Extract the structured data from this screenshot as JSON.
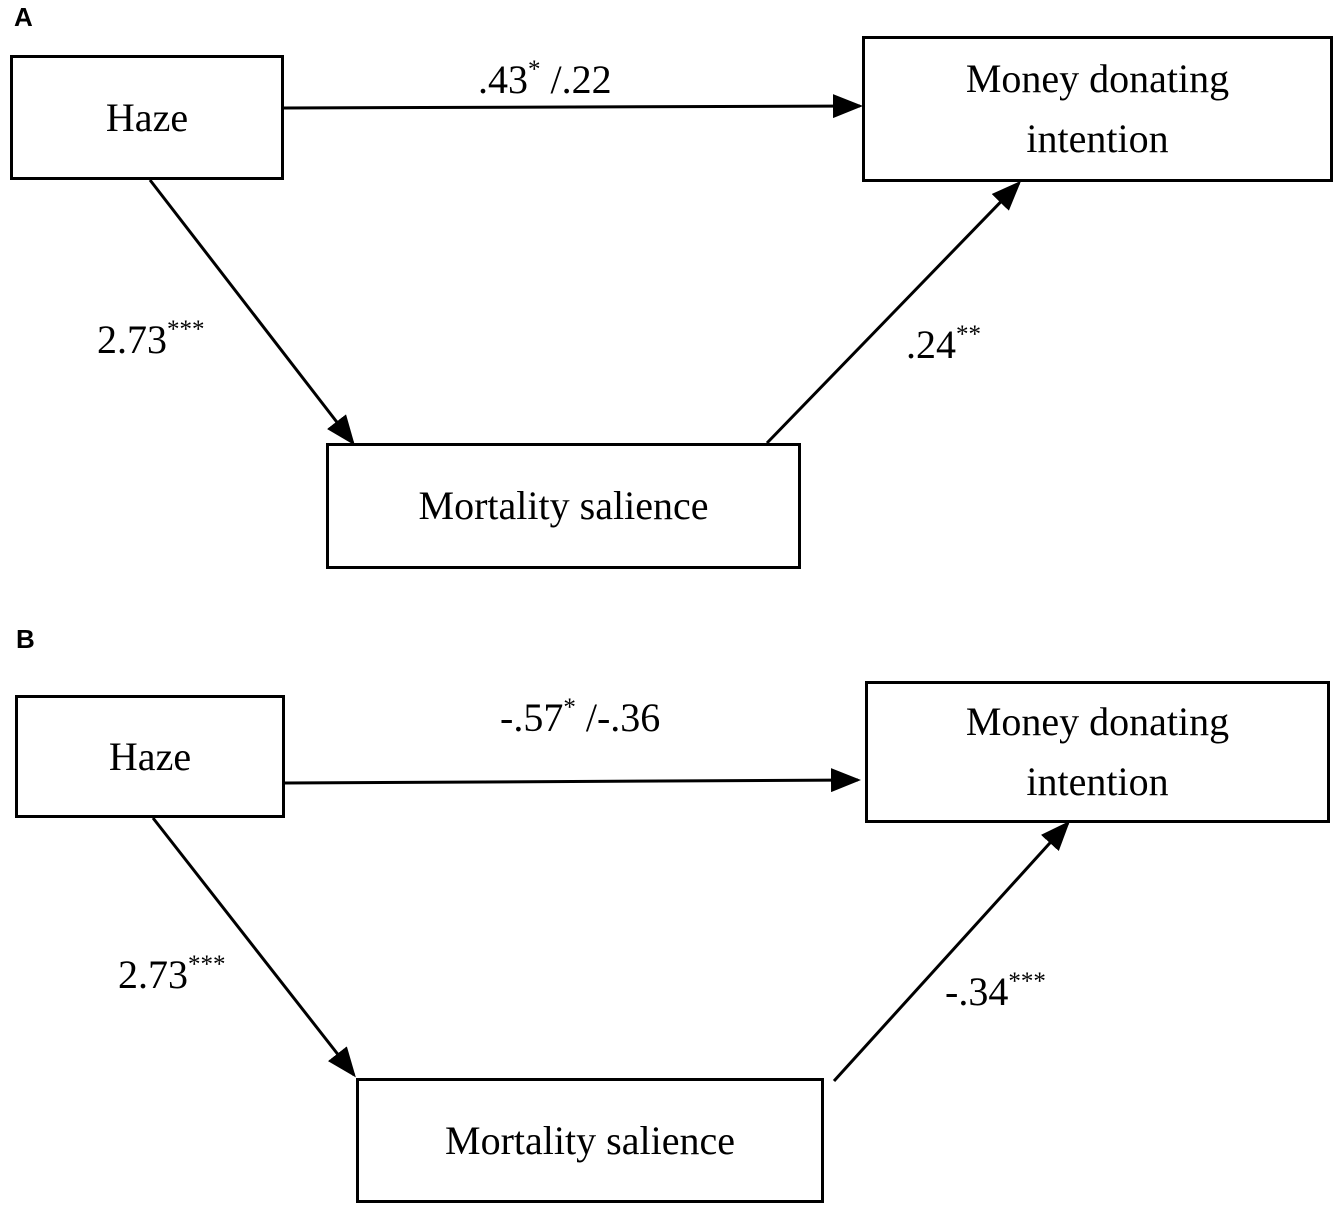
{
  "panels": [
    {
      "letter": "A",
      "nodes": {
        "haze": "Haze",
        "outcome": "Money donating intention",
        "mediator": "Mortality salience"
      },
      "paths": {
        "direct": {
          "value": ".43",
          "sig": "*",
          "suffix": " /.22"
        },
        "a": {
          "value": "2.73",
          "sig": "***"
        },
        "b": {
          "value": ".24",
          "sig": "**"
        }
      }
    },
    {
      "letter": "B",
      "nodes": {
        "haze": "Haze",
        "outcome": "Money donating intention",
        "mediator": "Mortality salience"
      },
      "paths": {
        "direct": {
          "value": "-.57",
          "sig": "*",
          "suffix": " /-.36"
        },
        "a": {
          "value": "2.73",
          "sig": "***"
        },
        "b": {
          "value": "-.34",
          "sig": "***"
        }
      }
    }
  ]
}
